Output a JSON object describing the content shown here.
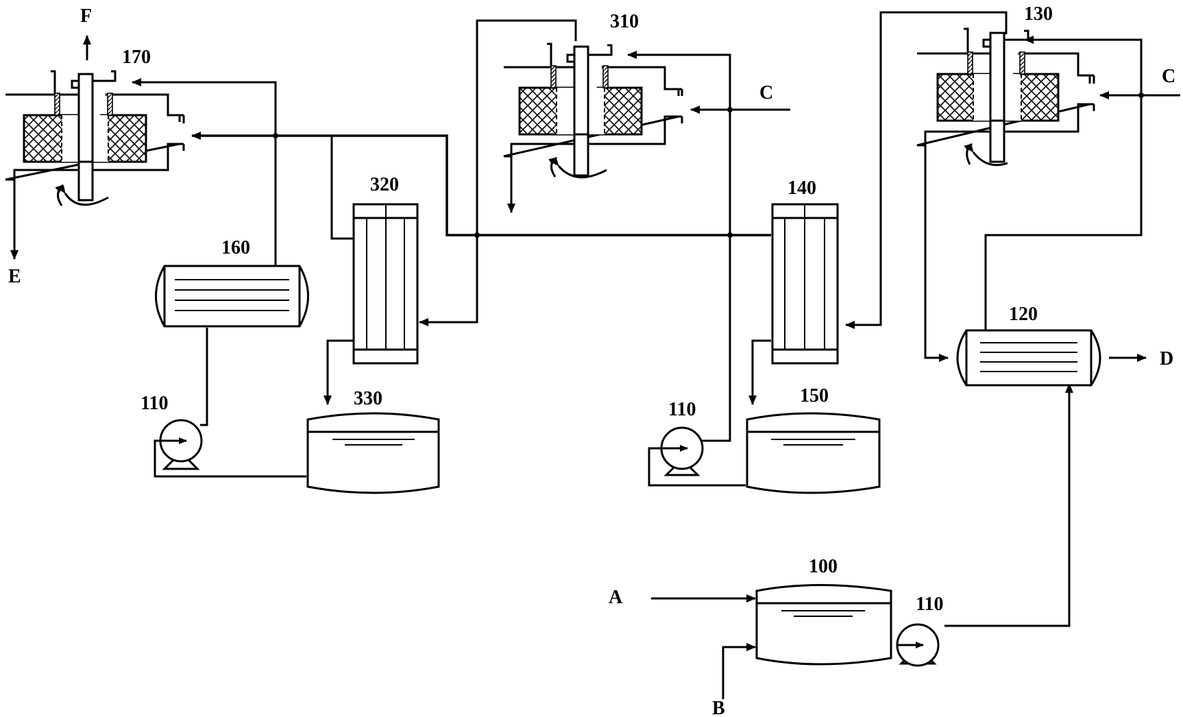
{
  "labels": {
    "n100": "100",
    "n110_a": "110",
    "n110_b": "110",
    "n110_c": "110",
    "n120": "120",
    "n130": "130",
    "n140": "140",
    "n150": "150",
    "n160": "160",
    "n170": "170",
    "n310": "310",
    "n320": "320",
    "n330": "330",
    "A": "A",
    "B": "B",
    "C_left": "C",
    "C_right": "C",
    "D": "D",
    "E": "E",
    "F": "F"
  },
  "colors": {
    "line": "#000000",
    "background": "#ffffff"
  }
}
